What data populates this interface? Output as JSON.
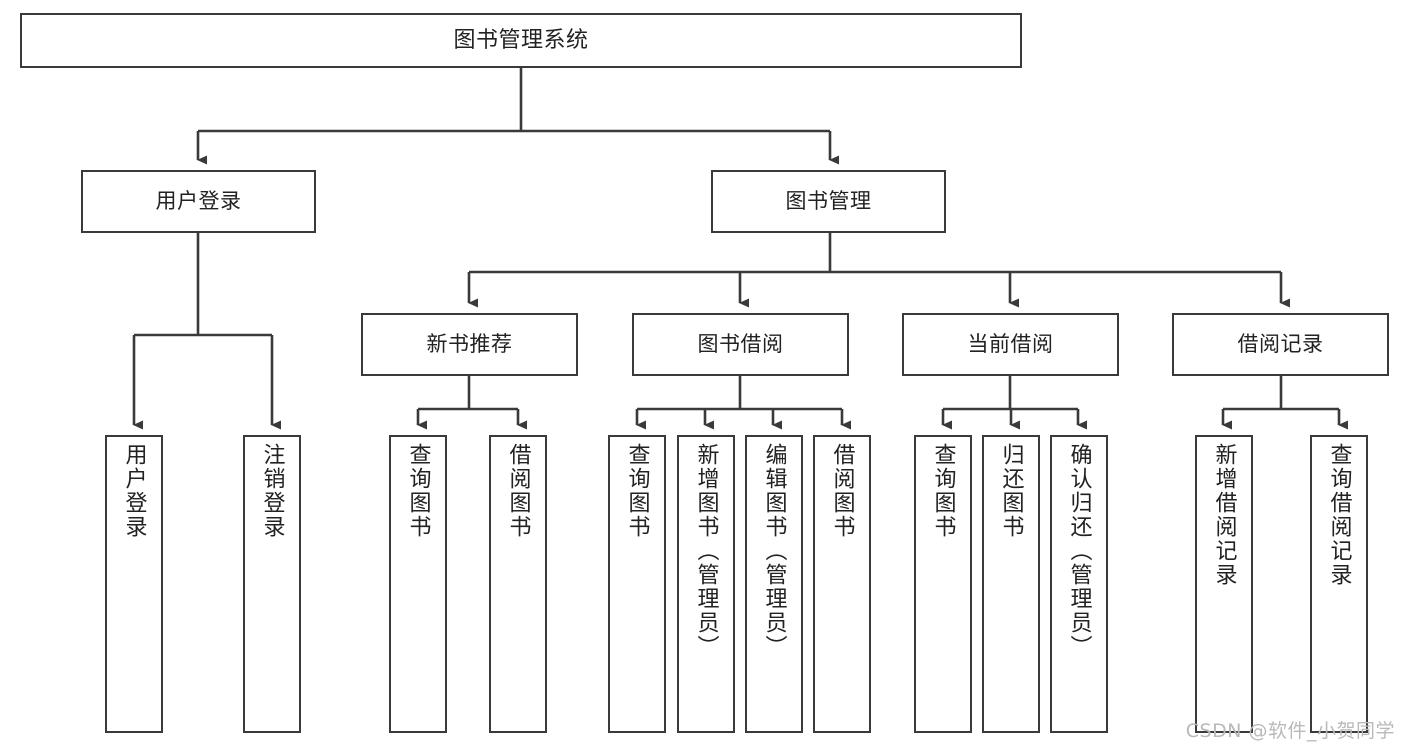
{
  "diagram": {
    "type": "tree-hierarchy",
    "title": "图书管理系统",
    "watermark": "CSDN @软件_小贺同学",
    "colors": {
      "box_border": "#3a3a3a",
      "box_fill": "#ffffff",
      "connector": "#3a3a3a",
      "text": "#222222",
      "watermark": "#b9b9b9"
    },
    "root": {
      "label": "图书管理系统"
    },
    "tier1": [
      {
        "label": "用户登录"
      },
      {
        "label": "图书管理"
      }
    ],
    "tier2": [
      {
        "label": "新书推荐"
      },
      {
        "label": "图书借阅"
      },
      {
        "label": "当前借阅"
      },
      {
        "label": "借阅记录"
      }
    ],
    "leaves": {
      "user_login": [
        {
          "label": "用户登录"
        },
        {
          "label": "注销登录"
        }
      ],
      "new_book_recommend": [
        {
          "label": "查询图书"
        },
        {
          "label": "借阅图书"
        }
      ],
      "book_borrow": [
        {
          "label": "查询图书"
        },
        {
          "label": "新增图书（管理员）"
        },
        {
          "label": "编辑图书（管理员）"
        },
        {
          "label": "借阅图书"
        }
      ],
      "current_borrow": [
        {
          "label": "查询图书"
        },
        {
          "label": "归还图书"
        },
        {
          "label": "确认归还（管理员）"
        }
      ],
      "borrow_record": [
        {
          "label": "新增借阅记录"
        },
        {
          "label": "查询借阅记录"
        }
      ]
    }
  }
}
